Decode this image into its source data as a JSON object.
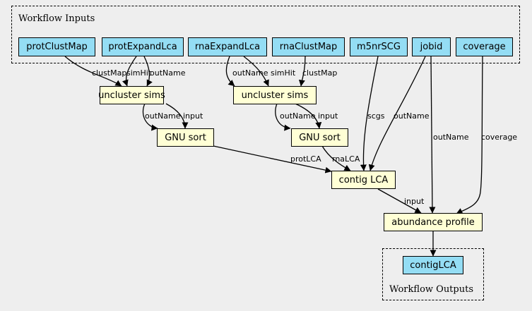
{
  "inputs_cluster": {
    "label": "Workflow Inputs"
  },
  "outputs_cluster": {
    "label": "Workflow Outputs"
  },
  "inputs": {
    "protClustMap": "protClustMap",
    "protExpandLca": "protExpandLca",
    "rnaExpandLca": "rnaExpandLca",
    "rnaClustMap": "rnaClustMap",
    "m5nrSCG": "m5nrSCG",
    "jobid": "jobid",
    "coverage": "coverage"
  },
  "steps": {
    "uncluster_prot": "uncluster sims",
    "uncluster_rna": "uncluster sims",
    "sort_prot": "GNU sort",
    "sort_rna": "GNU sort",
    "contig_lca": "contig LCA",
    "abundance": "abundance profile"
  },
  "outputs": {
    "contigLCA": "contigLCA"
  },
  "edge_labels": {
    "protClustMap_unc": "clustMap",
    "protExpandLca_unc1": "simHit",
    "protExpandLca_unc2": "outName",
    "rnaExpandLca_unc1": "outName",
    "rnaExpandLca_unc2": "simHit",
    "rnaClustMap_unc": "clustMap",
    "unc_prot_sort1": "outName",
    "unc_prot_sort2": "input",
    "unc_rna_sort1": "outName",
    "unc_rna_sort2": "input",
    "sort_prot_lca": "protLCA",
    "sort_rna_lca": "rnaLCA",
    "m5nr_lca": "scgs",
    "jobid_lca": "outName",
    "jobid_abund": "outName",
    "coverage_abund": "coverage",
    "lca_abund": "input"
  },
  "colors": {
    "io_node": "#94ddf4",
    "step_node": "#ffffd5",
    "background": "#eeeeee"
  }
}
